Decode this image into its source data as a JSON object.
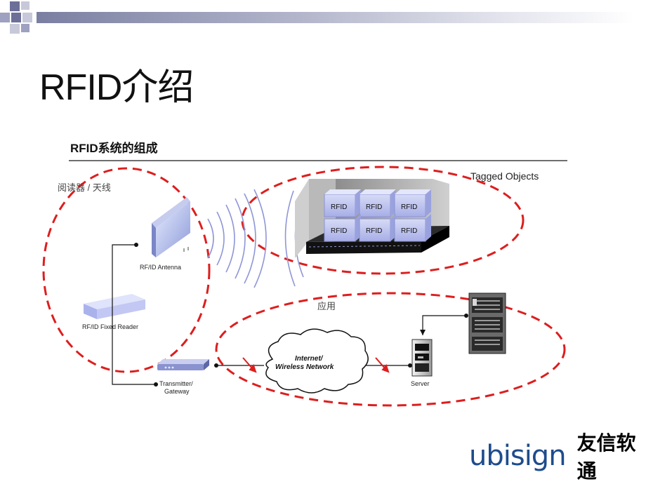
{
  "slide": {
    "title": "RFID介绍",
    "brand_en": "ubisign",
    "brand_cn": "友信软通",
    "brand_color": "#1e4c8c"
  },
  "diagram": {
    "heading": "RFID系统的组成",
    "group_reader": "阅读器 / 天线",
    "group_tagged": "Tagged Objects",
    "group_app": "应用",
    "tag_label": "RFID",
    "antenna": "RF/ID Antenna",
    "reader": "RF/ID Fixed Reader",
    "transmitter_l1": "Transmitter/",
    "transmitter_l2": "Gateway",
    "network_l1": "Internet/",
    "network_l2": "Wireless Network",
    "server": "Server",
    "dash_color": "#dd1e1e"
  }
}
